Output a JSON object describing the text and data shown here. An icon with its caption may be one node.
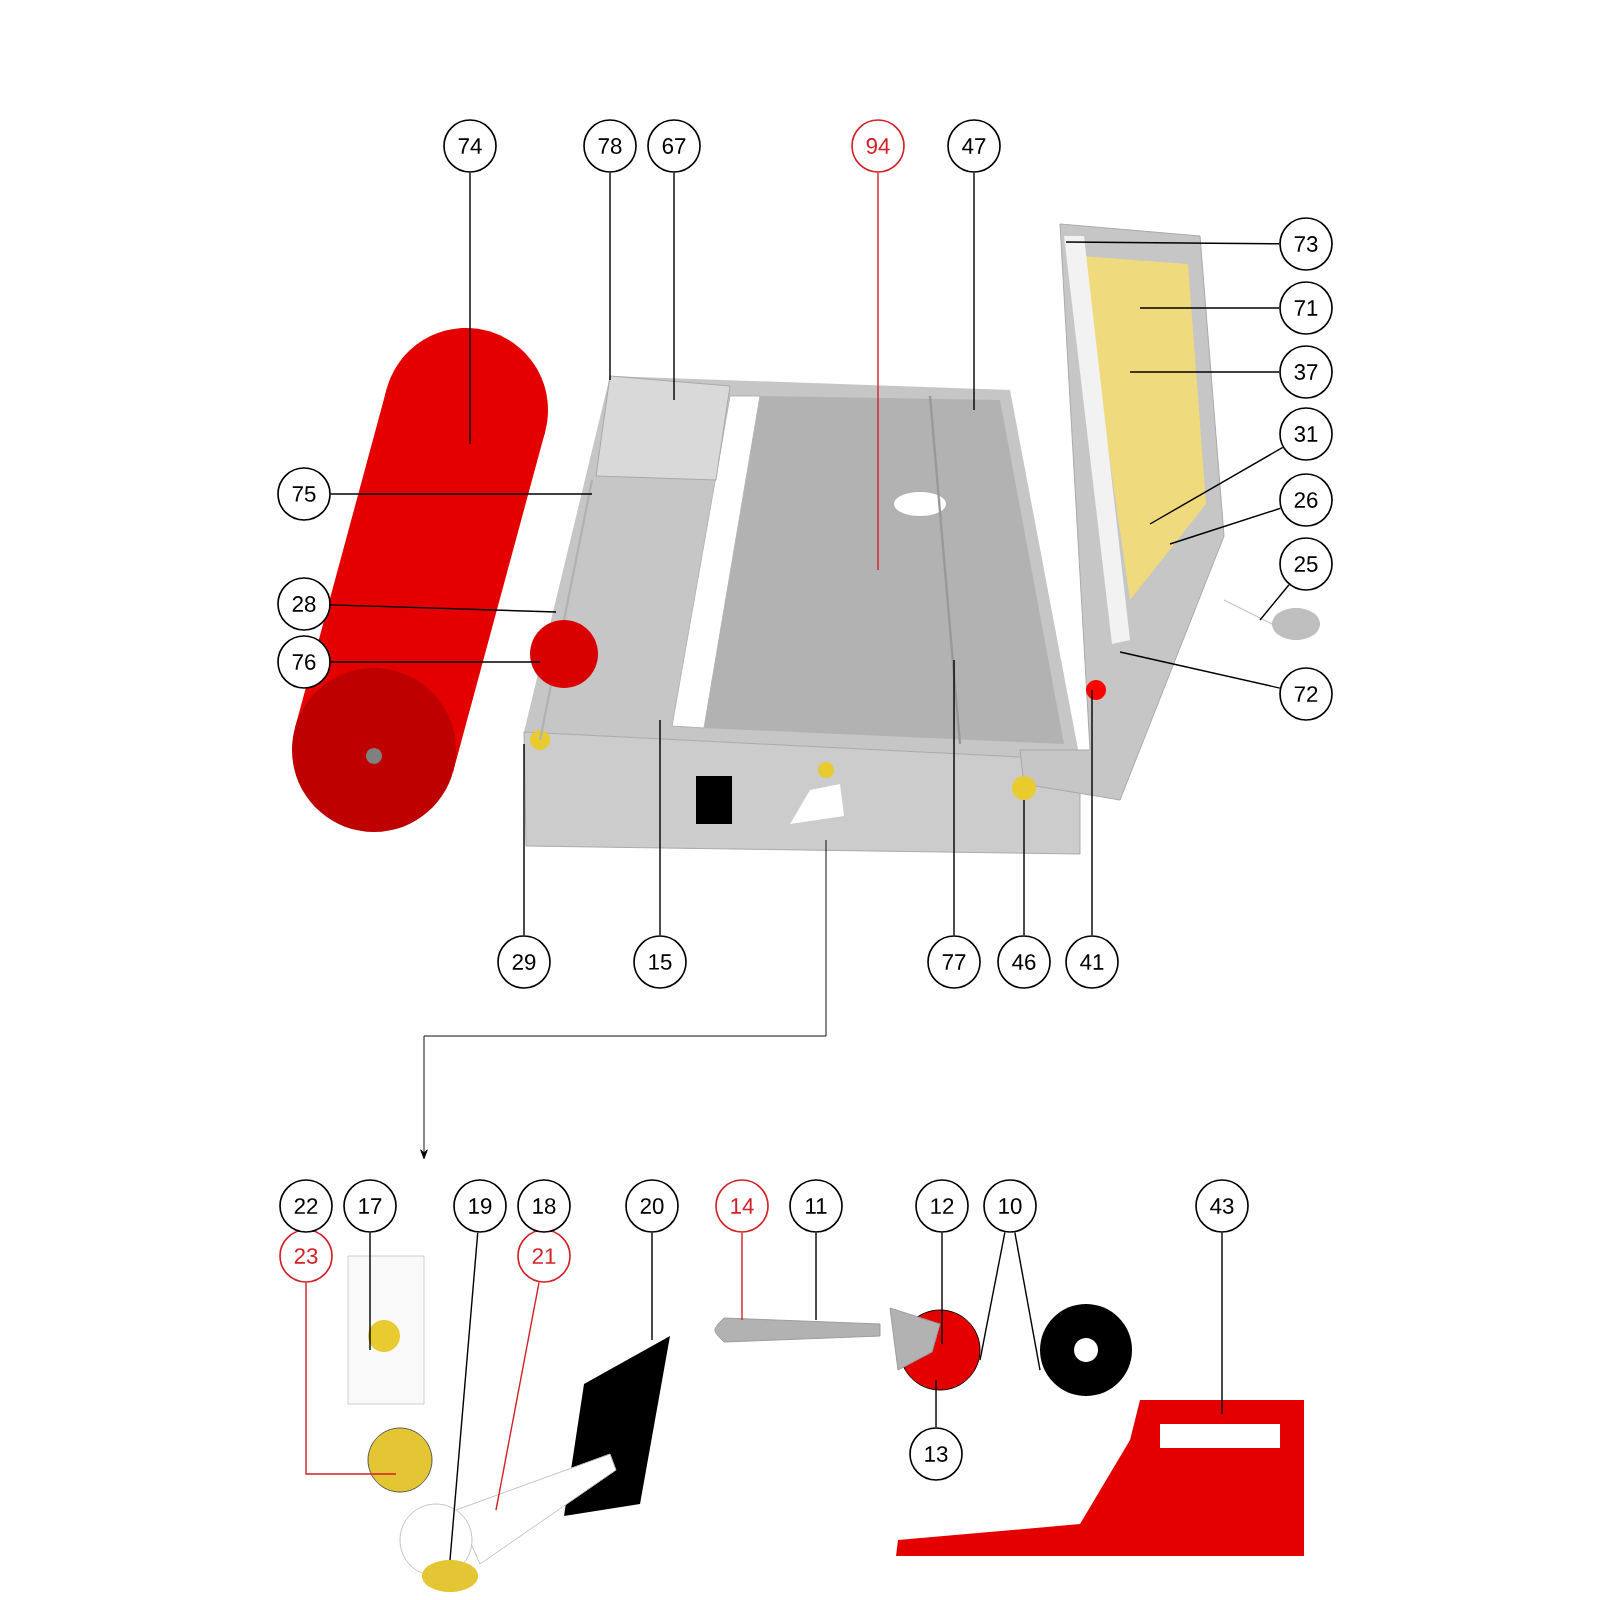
{
  "diagram": {
    "nodes": [
      {
        "text": [
          "74"
        ]
      },
      {
        "text": [
          "78"
        ]
      },
      {
        "text": [
          "67"
        ]
      },
      {
        "text": [
          "94"
        ]
      },
      {
        "text": [
          "47"
        ]
      },
      {
        "text": [
          "73"
        ]
      },
      {
        "text": [
          "71"
        ]
      },
      {
        "text": [
          "37"
        ]
      },
      {
        "text": [
          "31"
        ]
      },
      {
        "text": [
          "26"
        ]
      },
      {
        "text": [
          "25"
        ]
      },
      {
        "text": [
          "75"
        ]
      },
      {
        "text": [
          "28"
        ]
      },
      {
        "text": [
          "76"
        ]
      },
      {
        "text": [
          "72"
        ]
      },
      {
        "text": [
          "29"
        ]
      },
      {
        "text": [
          "15"
        ]
      },
      {
        "text": [
          "77"
        ]
      },
      {
        "text": [
          "46"
        ]
      },
      {
        "text": [
          "41"
        ]
      },
      {
        "text": [
          "17"
        ]
      },
      {
        "text": [
          "19"
        ]
      },
      {
        "text": [
          "20"
        ]
      },
      {
        "text": [
          "14"
        ]
      },
      {
        "text": [
          "11"
        ]
      },
      {
        "text": [
          "12"
        ]
      },
      {
        "text": [
          "10"
        ]
      },
      {
        "text": [
          "43"
        ]
      },
      {
        "text": [
          "23"
        ]
      },
      {
        "text": [
          "21"
        ]
      },
      {
        "text": [
          "13"
        ]
      },
      {
        "text": [
          "22"
        ]
      },
      {
        "text": [
          "18"
        ]
      }
    ],
    "edges": [
      {
        "from": 0,
        "to": null,
        "arrow": "none"
      },
      {
        "from": 1,
        "to": null,
        "arrow": "none"
      },
      {
        "from": 2,
        "to": null,
        "arrow": "none"
      },
      {
        "from": 3,
        "to": null,
        "arrow": "none",
        "color": "#d42027"
      },
      {
        "from": 4,
        "to": null,
        "arrow": "none"
      },
      {
        "from": 5,
        "to": null,
        "arrow": "none"
      },
      {
        "from": 6,
        "to": null,
        "arrow": "none"
      },
      {
        "from": 7,
        "to": null,
        "arrow": "none"
      },
      {
        "from": 8,
        "to": null,
        "arrow": "none"
      },
      {
        "from": 9,
        "to": null,
        "arrow": "none"
      },
      {
        "from": 10,
        "to": null,
        "arrow": "none"
      },
      {
        "from": 11,
        "to": null,
        "arrow": "none"
      },
      {
        "from": 12,
        "to": null,
        "arrow": "none"
      },
      {
        "from": 13,
        "to": null,
        "arrow": "none"
      },
      {
        "from": 14,
        "to": null,
        "arrow": "none"
      },
      {
        "from": 15,
        "to": null,
        "arrow": "none"
      },
      {
        "from": 16,
        "to": null,
        "arrow": "none"
      },
      {
        "from": 17,
        "to": null,
        "arrow": "none"
      },
      {
        "from": 18,
        "to": null,
        "arrow": "none"
      },
      {
        "from": 19,
        "to": null,
        "arrow": "none"
      },
      {
        "from": 20,
        "to": null,
        "arrow": "none"
      },
      {
        "from": 21,
        "to": null,
        "arrow": "none"
      },
      {
        "from": 22,
        "to": null,
        "arrow": "none"
      },
      {
        "from": 23,
        "to": null,
        "arrow": "none",
        "color": "#d42027"
      },
      {
        "from": 24,
        "to": null,
        "arrow": "none"
      },
      {
        "from": 25,
        "to": null,
        "arrow": "none"
      },
      {
        "from": 26,
        "to": null,
        "arrow": "none"
      },
      {
        "from": 26,
        "to": null,
        "arrow": "none"
      },
      {
        "from": 27,
        "to": null,
        "arrow": "none"
      },
      {
        "from": 28,
        "to": null,
        "arrow": "none",
        "color": "#d42027"
      },
      {
        "from": 29,
        "to": null,
        "arrow": "none",
        "color": "#d42027"
      },
      {
        "from": 30,
        "to": null,
        "arrow": "none"
      }
    ]
  }
}
